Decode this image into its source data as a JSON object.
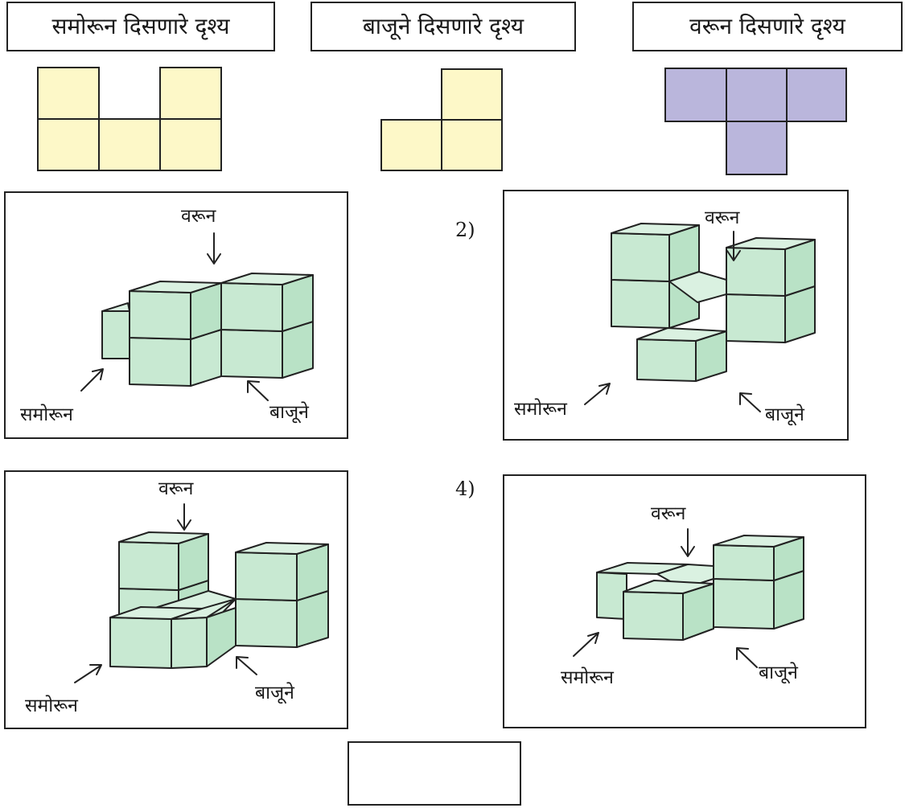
{
  "views": {
    "front_label": "समोरून दिसणारे दृश्य",
    "side_label": "बाजूने दिसणारे दृश्य",
    "top_label": "वरून दिसणारे दृश्य",
    "front_color": "#fdf8c8",
    "side_color": "#fdf8c8",
    "top_color": "#bab6dc"
  },
  "options": {
    "num_2": "2)",
    "num_4": "4)"
  },
  "panel_labels": {
    "top": "वरून",
    "front": "समोरून",
    "side": "बाजूने"
  },
  "cube_color": "#c8e9d2"
}
